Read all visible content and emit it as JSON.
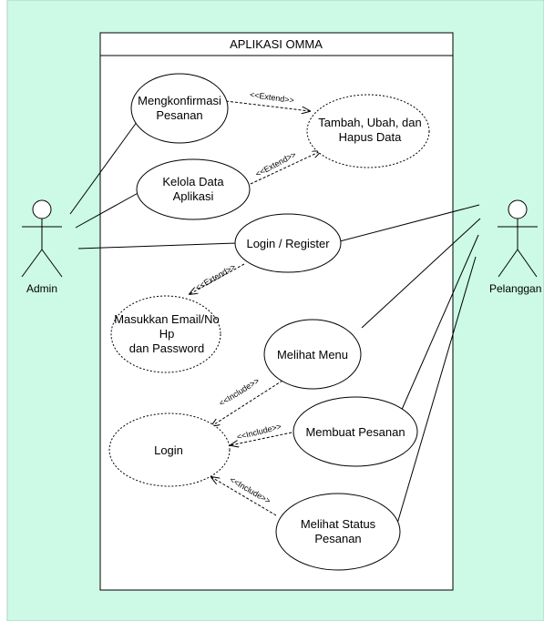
{
  "diagram": {
    "system_title": "APLIKASI OMMA",
    "colors": {
      "background": "#ccfae6",
      "system_fill": "#ffffff",
      "line": "#000000"
    },
    "actors": [
      {
        "id": "admin",
        "label": "Admin"
      },
      {
        "id": "pelanggan",
        "label": "Pelanggan"
      }
    ],
    "use_cases": [
      {
        "id": "konfirmasi",
        "lines": [
          "Mengkonfirmasi",
          "Pesanan"
        ],
        "style": "solid"
      },
      {
        "id": "tambah",
        "lines": [
          "Tambah, Ubah, dan",
          "Hapus Data"
        ],
        "style": "dashed"
      },
      {
        "id": "kelola",
        "lines": [
          "Kelola Data",
          "Aplikasi"
        ],
        "style": "solid"
      },
      {
        "id": "login-register",
        "lines": [
          "Login / Register"
        ],
        "style": "solid"
      },
      {
        "id": "masukkan",
        "lines": [
          "Masukkan Email/No",
          "Hp",
          "dan Password"
        ],
        "style": "dashed"
      },
      {
        "id": "melihat-menu",
        "lines": [
          "Melihat Menu"
        ],
        "style": "solid"
      },
      {
        "id": "membuat-pesanan",
        "lines": [
          "Membuat Pesanan"
        ],
        "style": "solid"
      },
      {
        "id": "login",
        "lines": [
          "Login"
        ],
        "style": "dashed"
      },
      {
        "id": "melihat-status",
        "lines": [
          "Melihat Status",
          "Pesanan"
        ],
        "style": "solid"
      }
    ],
    "relations": [
      {
        "id": "ext1",
        "label": "<<Extend>>"
      },
      {
        "id": "ext2",
        "label": "<<Extend>>"
      },
      {
        "id": "ext3",
        "label": "<<Extend>>"
      },
      {
        "id": "inc1",
        "label": "<<Include>>"
      },
      {
        "id": "inc2",
        "label": "<<Include>>"
      },
      {
        "id": "inc3",
        "label": "<<Include>>"
      }
    ]
  }
}
